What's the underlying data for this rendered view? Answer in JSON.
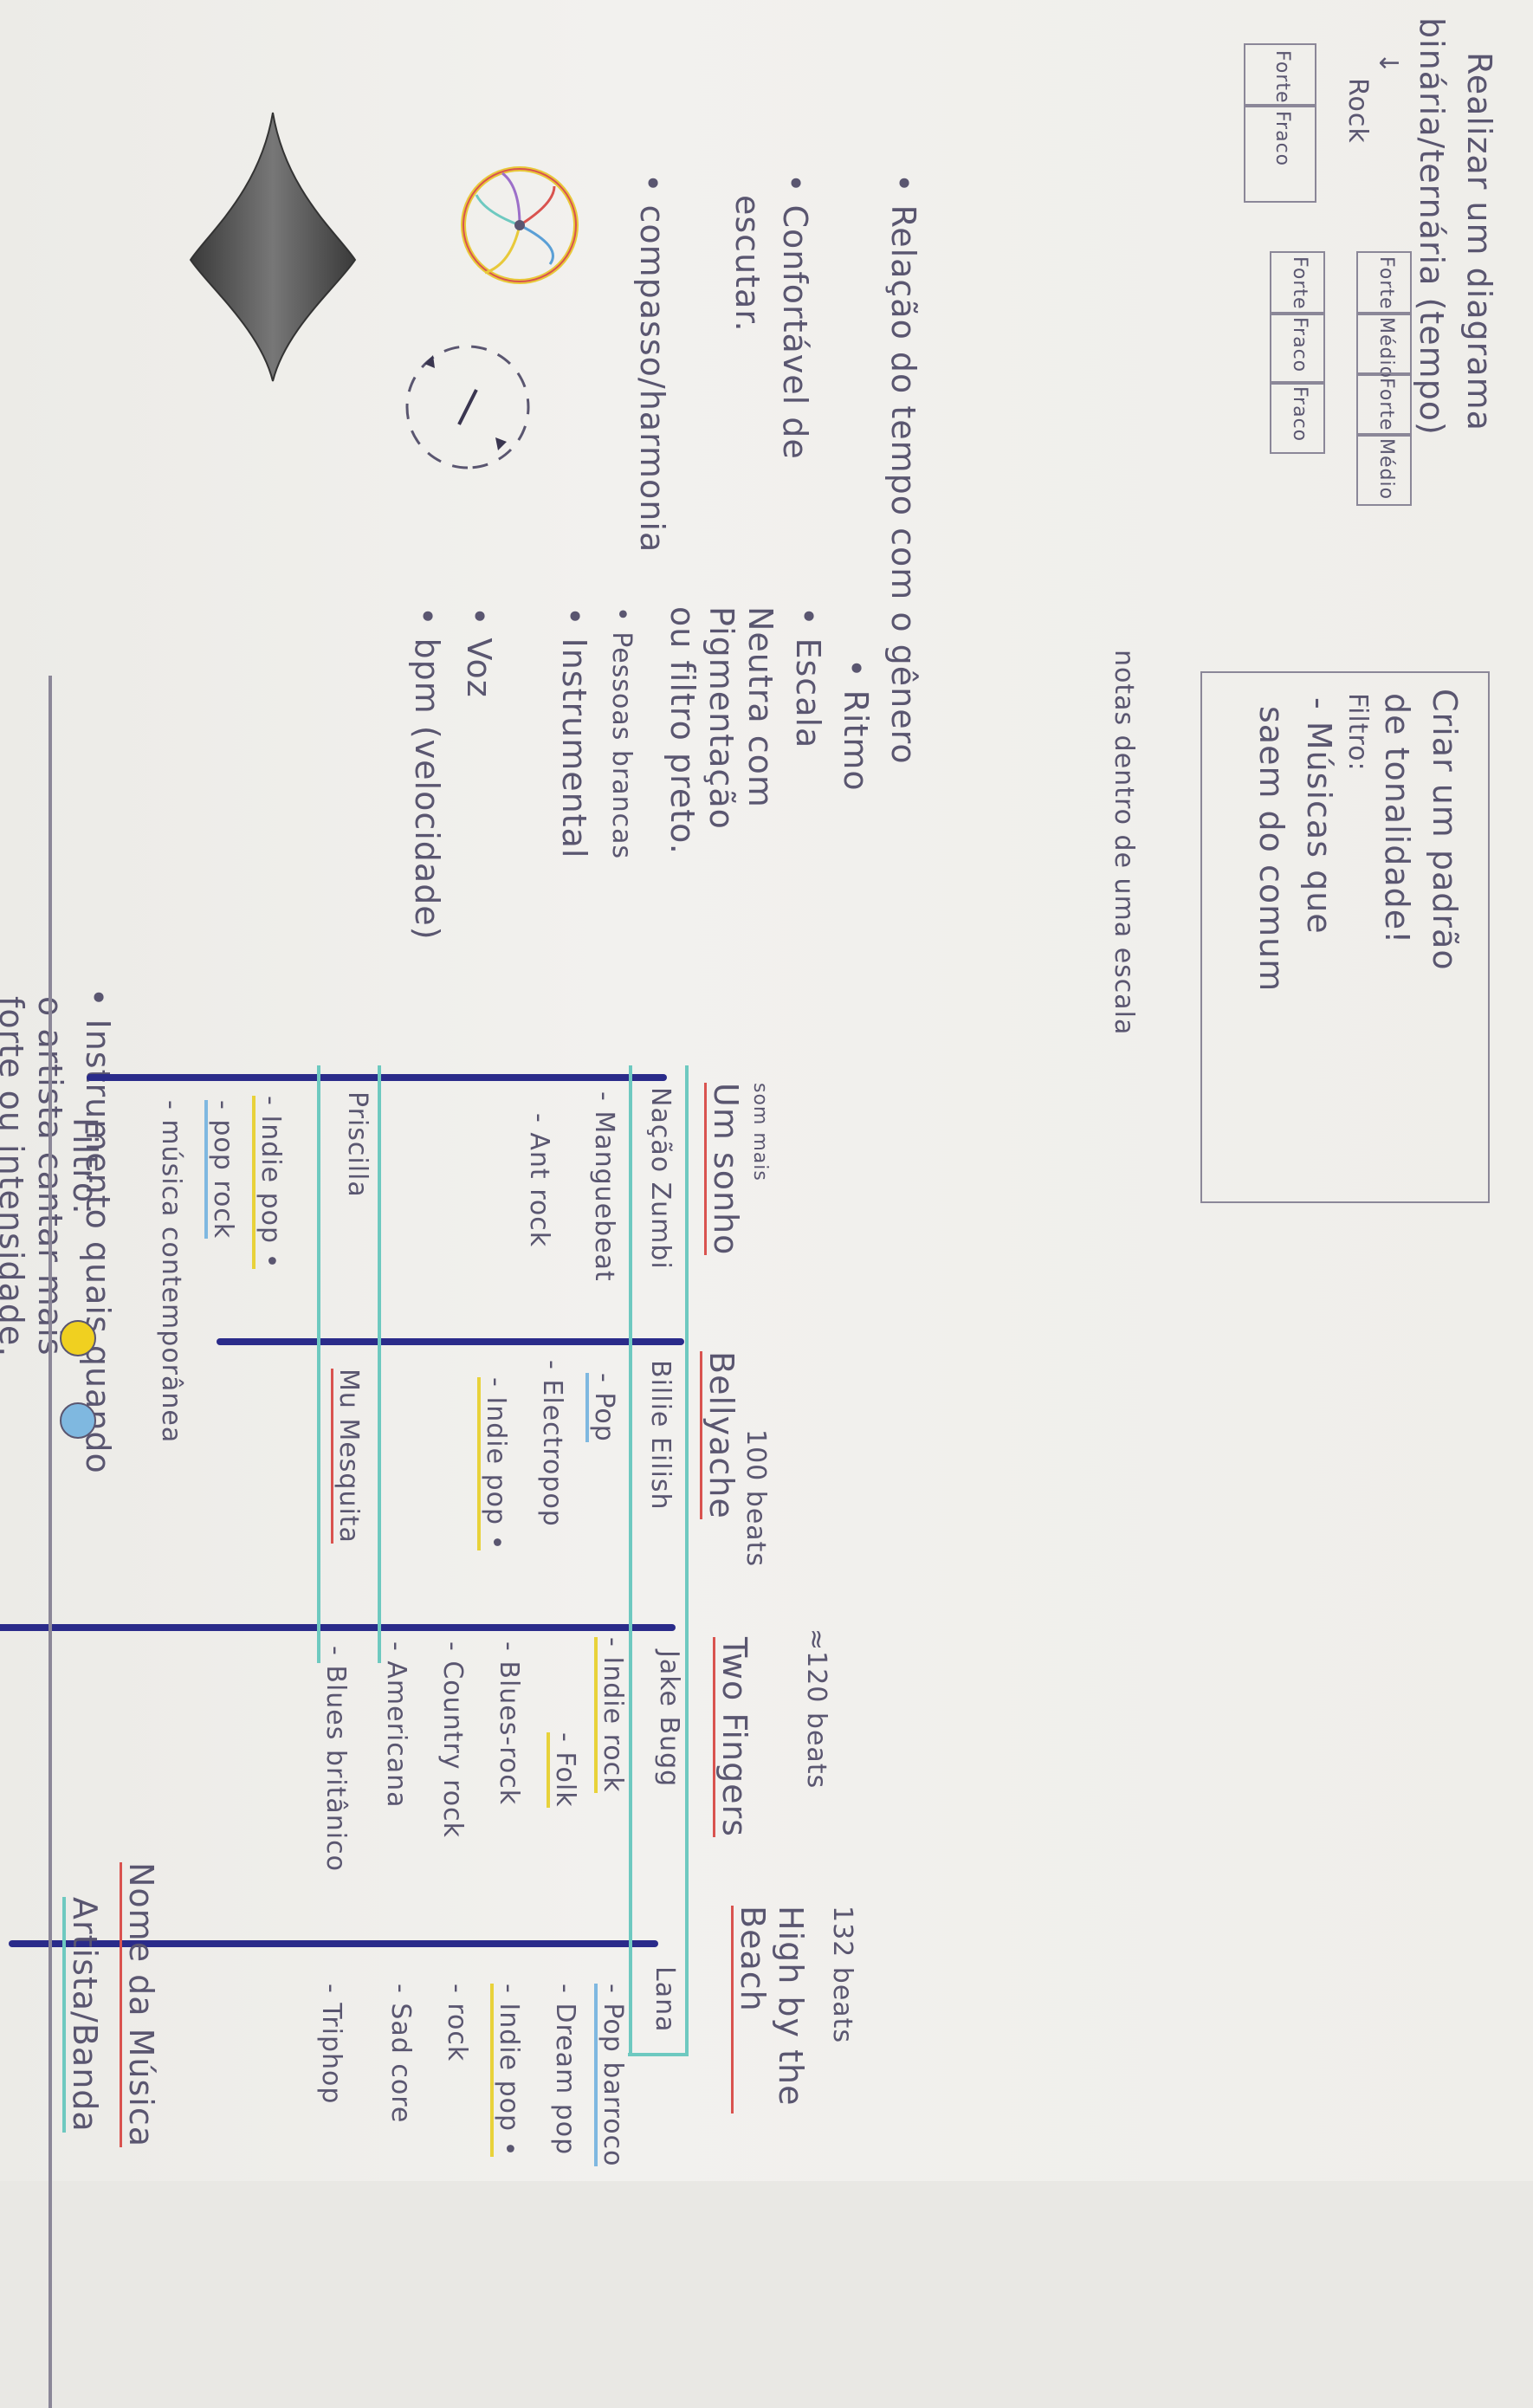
{
  "left_notes": {
    "title_line1": "Realizar um diagrama",
    "title_line2": "binária/ternária (tempo)",
    "rock_label": "Rock",
    "binary_cells": [
      "Forte",
      "Fraco"
    ],
    "ternary_cells": [
      "Forte",
      "Fraco",
      "Fraco"
    ],
    "quaternary_cells": [
      "Forte",
      "Médio",
      "Forte",
      "Médio"
    ],
    "relation": "• Relação do tempo com o gênero",
    "comfort_line1": "• Confortável de",
    "comfort_line2": "escutar.",
    "compass": "• compasso/harmonia",
    "instrument_line1": "• Instrumento quais quando",
    "instrument_line2": "o artista cantar mais",
    "instrument_line3": "forte ou intensidade."
  },
  "center_notes": {
    "criar_line1": "Criar um padrão",
    "criar_line2": "de tonalidade!",
    "filtro_line": "Filtro:",
    "musicas_line1": "- Músicas que",
    "musicas_line2": "saem do comum",
    "notas": "notas dentro de uma escala",
    "list": [
      "• Ritmo",
      "• Escala",
      "Neutra com",
      "Pigmentação",
      "ou filtro preto.",
      "• Pessoas brancas",
      "• Instrumental",
      "• Voz",
      "• bpm (velocidade)"
    ]
  },
  "columns": [
    {
      "bpm": "",
      "song": "Um sonho",
      "note": "som mais",
      "artist": "Nação Zumbi",
      "genres": [
        "- Manguebeat",
        "- Ant rock"
      ]
    },
    {
      "bpm": "100 beats",
      "song": "Bellyache",
      "note": "",
      "artist": "Billie Eilish",
      "genres": [
        "- Pop",
        "- Electropop",
        "- Indie pop •"
      ]
    },
    {
      "bpm": "≈120 beats",
      "song": "Two Fingers",
      "note": "",
      "artist": "Jake Bugg",
      "genres": [
        "- Indie rock",
        "- Folk",
        "- Blues-rock",
        "- Country rock",
        "- Americana",
        "- Blues britânico"
      ]
    },
    {
      "bpm": "132 beats",
      "song": "High by the Beach",
      "note": "",
      "artist": "Lana",
      "genres": [
        "- Pop barroco",
        "- Dream pop",
        "- Indie pop •",
        "- rock",
        "- Sad core",
        "- Triphop"
      ]
    }
  ],
  "lower_row": [
    {
      "artist": "Priscilla",
      "genres": [
        "- Indie pop •",
        "- pop rock",
        "- música contemporânea"
      ]
    },
    {
      "artist": "Mu Mesquita",
      "genres": []
    }
  ],
  "footer": {
    "filtro": "Filtro:",
    "nome": "Nome da Música",
    "artista": "Artista/Banda"
  },
  "colors": {
    "ink": "#5a5670",
    "navy": "#2a2b8a",
    "teal": "#6ec9c0",
    "yellow": "#e8d23a",
    "red": "#d9534f",
    "blue": "#7fb8e0"
  }
}
